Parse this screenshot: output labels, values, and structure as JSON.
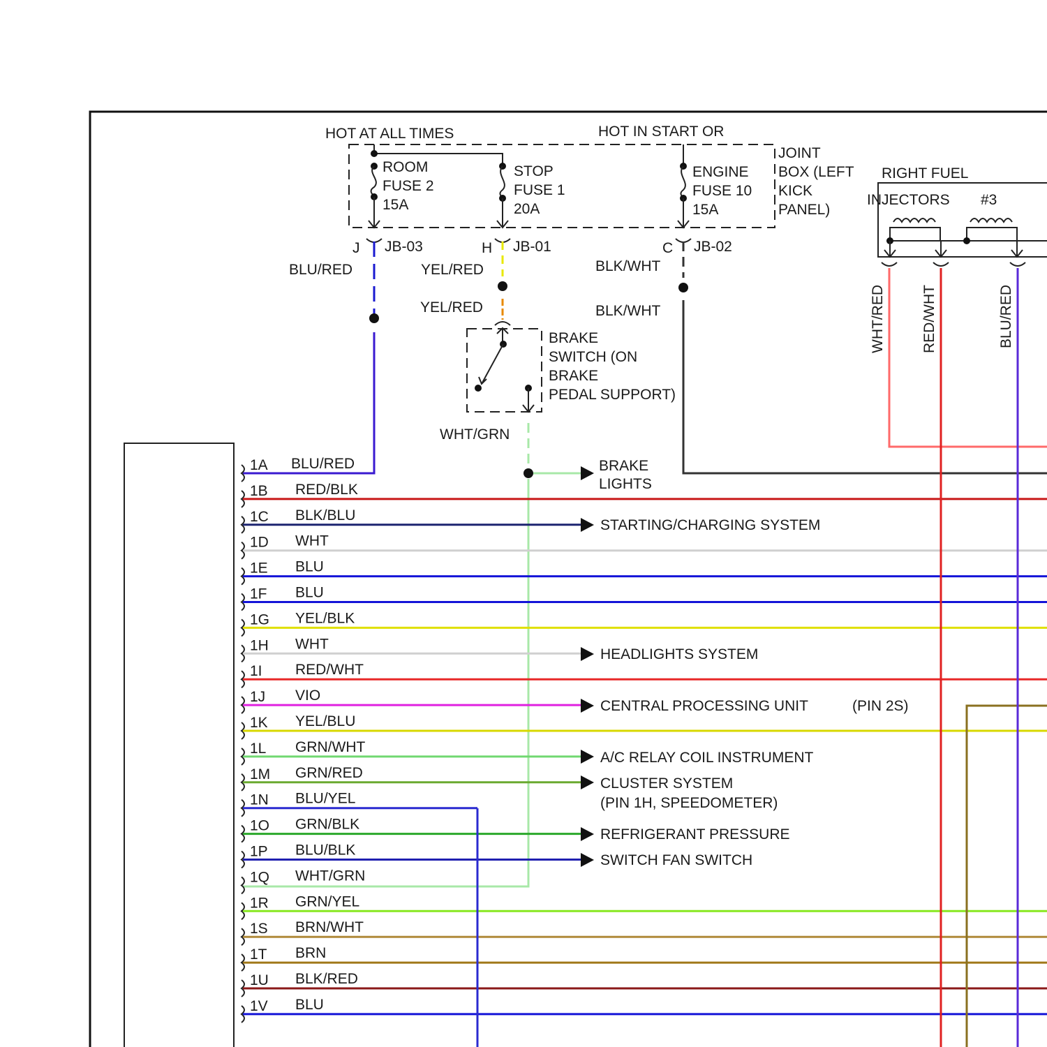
{
  "header": {
    "hot_at_all_times": "HOT AT ALL TIMES",
    "hot_in_start_or": "HOT IN START OR"
  },
  "joint_box": {
    "label_lines": [
      "JOINT",
      "BOX (LEFT",
      "KICK",
      "PANEL)"
    ]
  },
  "fuses": [
    {
      "id": "room",
      "lines": [
        "ROOM",
        "FUSE 2",
        "15A"
      ],
      "connector_pin": "J",
      "connector": "JB-03",
      "wire_top": "BLU/RED",
      "color": "#1a1ad0"
    },
    {
      "id": "stop",
      "lines": [
        "STOP",
        "FUSE 1",
        "20A"
      ],
      "connector_pin": "H",
      "connector": "JB-01",
      "wire_top": "YEL/RED",
      "wire_bottom": "YEL/RED",
      "color": "#e8e800"
    },
    {
      "id": "engine",
      "lines": [
        "ENGINE",
        "FUSE 10",
        "15A"
      ],
      "connector_pin": "C",
      "connector": "JB-02",
      "wire_top": "BLK/WHT",
      "wire_bottom": "BLK/WHT",
      "color": "#333333"
    }
  ],
  "brake_switch": {
    "lines": [
      "BRAKE",
      "SWITCH (ON",
      "BRAKE",
      "PEDAL SUPPORT)"
    ],
    "output_wire": "WHT/GRN"
  },
  "injectors": {
    "title": "RIGHT FUEL",
    "subtitle": "INJECTORS",
    "number": "#3",
    "wires": [
      {
        "label": "WHT/RED",
        "color": "#ff6a6a"
      },
      {
        "label": "RED/WHT",
        "color": "#e02020"
      },
      {
        "label": "BLU/RED",
        "color": "#5a2ad8"
      }
    ]
  },
  "connector_pins": [
    {
      "pin": "1A",
      "wire": "BLU/RED",
      "color": "#3a1ad0"
    },
    {
      "pin": "1B",
      "wire": "RED/BLK",
      "color": "#c81818"
    },
    {
      "pin": "1C",
      "wire": "BLK/BLU",
      "color": "#1c2470"
    },
    {
      "pin": "1D",
      "wire": "WHT",
      "color": "#d0d0d0"
    },
    {
      "pin": "1E",
      "wire": "BLU",
      "color": "#1414d8"
    },
    {
      "pin": "1F",
      "wire": "BLU",
      "color": "#1414d8"
    },
    {
      "pin": "1G",
      "wire": "YEL/BLK",
      "color": "#e0e000"
    },
    {
      "pin": "1H",
      "wire": "WHT",
      "color": "#d0d0d0"
    },
    {
      "pin": "1I",
      "wire": "RED/WHT",
      "color": "#e82828"
    },
    {
      "pin": "1J",
      "wire": "VIO",
      "color": "#e020e0"
    },
    {
      "pin": "1K",
      "wire": "YEL/BLU",
      "color": "#d8d800"
    },
    {
      "pin": "1L",
      "wire": "GRN/WHT",
      "color": "#70d870"
    },
    {
      "pin": "1M",
      "wire": "GRN/RED",
      "color": "#6aaa30"
    },
    {
      "pin": "1N",
      "wire": "BLU/YEL",
      "color": "#2a2ad0"
    },
    {
      "pin": "1O",
      "wire": "GRN/BLK",
      "color": "#2aa82a"
    },
    {
      "pin": "1P",
      "wire": "BLU/BLK",
      "color": "#2020b0"
    },
    {
      "pin": "1Q",
      "wire": "WHT/GRN",
      "color": "#a8e8a8"
    },
    {
      "pin": "1R",
      "wire": "GRN/YEL",
      "color": "#88e820"
    },
    {
      "pin": "1S",
      "wire": "BRN/WHT",
      "color": "#b08a3a"
    },
    {
      "pin": "1T",
      "wire": "BRN",
      "color": "#a07818"
    },
    {
      "pin": "1U",
      "wire": "BLK/RED",
      "color": "#8a1818"
    },
    {
      "pin": "1V",
      "wire": "BLU",
      "color": "#1414d8"
    }
  ],
  "destinations": {
    "brake_lights": [
      "BRAKE",
      "LIGHTS"
    ],
    "starting_charging": "STARTING/CHARGING SYSTEM",
    "headlights": "HEADLIGHTS SYSTEM",
    "cpu": "CENTRAL PROCESSING UNIT",
    "cpu_pin": "(PIN 2S)",
    "instrument": [
      "A/C RELAY COIL INSTRUMENT",
      "CLUSTER SYSTEM",
      "(PIN 1H, SPEEDOMETER)"
    ],
    "refrigerant": [
      "REFRIGERANT PRESSURE",
      "SWITCH FAN SWITCH"
    ]
  }
}
